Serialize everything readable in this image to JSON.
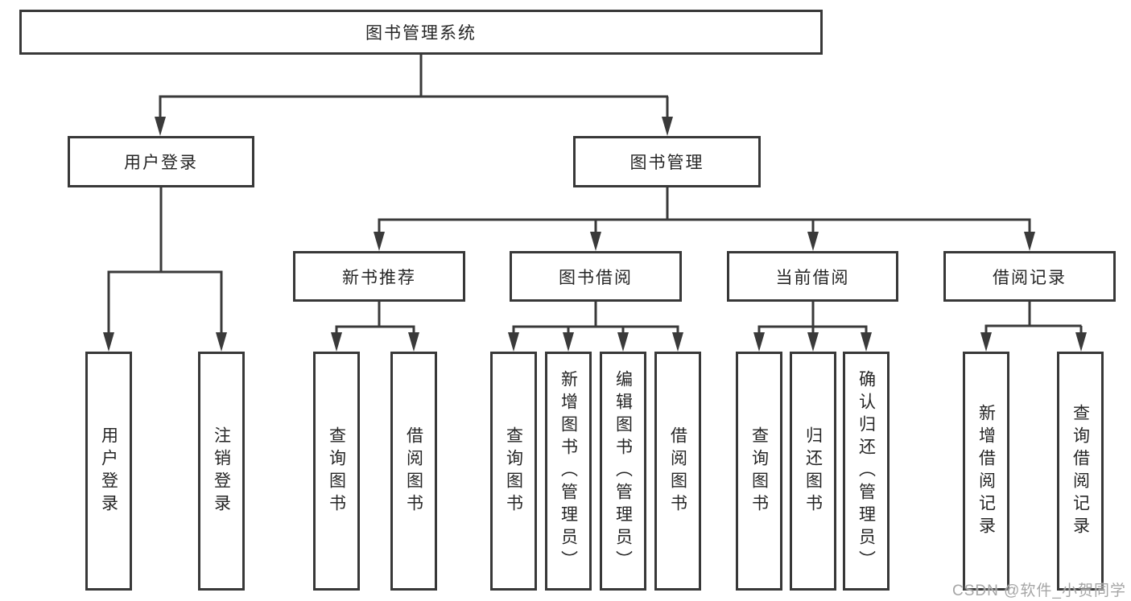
{
  "diagram": {
    "root": {
      "label": "图书管理系统",
      "children": [
        {
          "label": "用户登录",
          "children": [
            {
              "label": "用户登录"
            },
            {
              "label": "注销登录"
            }
          ]
        },
        {
          "label": "图书管理",
          "children": [
            {
              "label": "新书推荐",
              "children": [
                {
                  "label": "查询图书"
                },
                {
                  "label": "借阅图书"
                }
              ]
            },
            {
              "label": "图书借阅",
              "children": [
                {
                  "label": "查询图书"
                },
                {
                  "label": "新增图书（管理员）"
                },
                {
                  "label": "编辑图书（管理员）"
                },
                {
                  "label": "借阅图书"
                }
              ]
            },
            {
              "label": "当前借阅",
              "children": [
                {
                  "label": "查询图书"
                },
                {
                  "label": "归还图书"
                },
                {
                  "label": "确认归还（管理员）"
                }
              ]
            },
            {
              "label": "借阅记录",
              "children": [
                {
                  "label": "新增借阅记录"
                },
                {
                  "label": "查询借阅记录"
                }
              ]
            }
          ]
        }
      ]
    }
  },
  "watermark": {
    "text": "CSDN @软件_小贺同学"
  },
  "colors": {
    "line": "#3a3a3a",
    "box_border": "#383838",
    "text": "#262626",
    "watermark": "#a6a6a6",
    "background": "#ffffff"
  }
}
